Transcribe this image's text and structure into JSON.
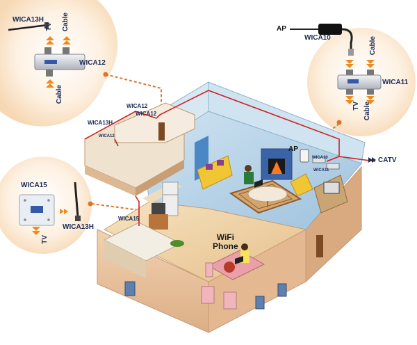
{
  "labels": {
    "bubble_top_left": {
      "antenna": "WICA13H",
      "tv": "TV",
      "cable_top": "Cable",
      "splitter": "WICA12",
      "cable_bottom": "Cable"
    },
    "bubble_top_right": {
      "ap": "AP",
      "adapter": "WICA10",
      "cable_top": "Cable",
      "splitter": "WICA11",
      "tv": "TV",
      "cable_bottom": "Cable"
    },
    "bubble_left": {
      "wallplate": "WICA15",
      "antenna": "WICA13H",
      "tv": "TV"
    },
    "house": {
      "wica13h_upper": "WICA13H",
      "wica12_upper": "WICA12",
      "wica12_room": "WICA12",
      "wica12_small": "WICA12",
      "wica15_kitchen": "WICA15",
      "ap_living": "AP",
      "wica10_small": "WICA10",
      "wica11_small": "WICA11",
      "catv": "CATV",
      "wifi_line1": "WiFi",
      "wifi_line2": "Phone"
    }
  },
  "colors": {
    "bubble_fill": "#fdebd6",
    "wall_outer": "#e9c9a6",
    "floor_blue": "#b9d6ea",
    "floor_wood": "#f3d9b0",
    "cable_red": "#cc2222",
    "link_orange": "#d9772a",
    "label_navy": "#1a2a55"
  },
  "icons": [
    "antenna-icon",
    "splitter-icon",
    "arrow-icon",
    "wallplate-icon",
    "access-point-icon",
    "sofa-icon",
    "fireplace-icon",
    "tv-icon",
    "laptop-icon",
    "person-icon",
    "fridge-icon",
    "table-icon"
  ]
}
